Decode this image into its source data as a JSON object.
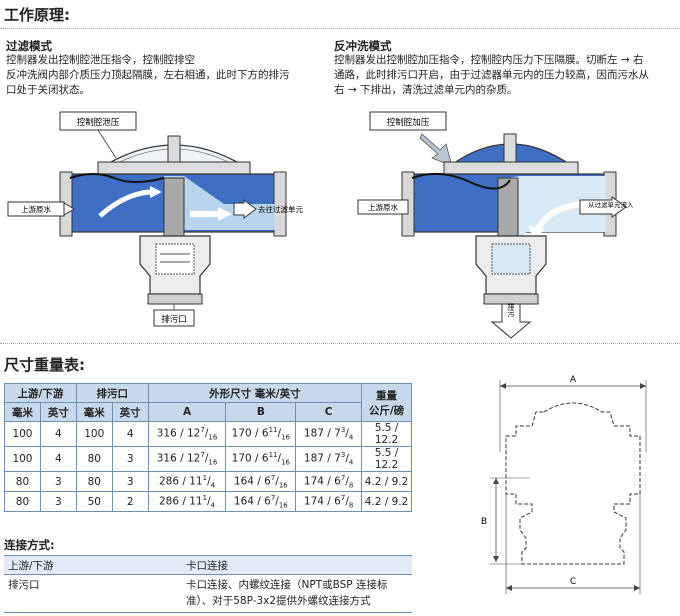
{
  "sections": {
    "principle_title": "工作原理:",
    "dimensions_title": "尺寸重量表:",
    "connection_title": "连接方式:"
  },
  "filter_mode": {
    "title": "过滤模式",
    "lines": [
      "控制器发出控制腔泄压指令，控制腔排空",
      "反冲洗阀内部介质压力顶起隔膜，左右相通，此时下方的排污",
      "口处于关闭状态。"
    ],
    "callout_chamber": "控制腔泄压",
    "label_upstream": "上游原水",
    "label_downstream": "去往过滤单元",
    "label_drain": "排污口"
  },
  "backwash_mode": {
    "title": "反冲洗模式",
    "lines": [
      "控制器发出控制腔加压指令，控制腔内压力下压隔膜。切断左 → 右",
      "通路，此时排污口开启，由于过滤器单元内的压力较高，因而污水从",
      "右 → 下排出，清洗过滤单元内的杂质。"
    ],
    "callout_chamber": "控制腔加压",
    "label_upstream": "上游原水",
    "label_from_filter": "从过滤单元流入",
    "label_drain": "排污"
  },
  "dimension_table": {
    "headers": {
      "inlet": "上游/下游",
      "drain": "排污口",
      "outline": "外形尺寸 毫米/英寸",
      "weight": "重量",
      "weight_unit": "公斤/磅",
      "mm": "毫米",
      "inch": "英寸",
      "a": "A",
      "b": "B",
      "c": "C"
    },
    "rows": [
      {
        "inlet_mm": "100",
        "inlet_in": "4",
        "drain_mm": "100",
        "drain_in": "4",
        "a": [
          "316 / 12",
          "7",
          "16"
        ],
        "b": [
          "170 / 6",
          "11",
          "16"
        ],
        "c": [
          "187 / 7",
          "3",
          "4"
        ],
        "weight": "5.5 / 12.2"
      },
      {
        "inlet_mm": "100",
        "inlet_in": "4",
        "drain_mm": "80",
        "drain_in": "3",
        "a": [
          "316 / 12",
          "7",
          "16"
        ],
        "b": [
          "170 / 6",
          "11",
          "16"
        ],
        "c": [
          "187 / 7",
          "3",
          "4"
        ],
        "weight": "5.5 / 12.2"
      },
      {
        "inlet_mm": "80",
        "inlet_in": "3",
        "drain_mm": "80",
        "drain_in": "3",
        "a": [
          "286 / 11",
          "1",
          "4"
        ],
        "b": [
          "164 / 6",
          "7",
          "16"
        ],
        "c": [
          "174 / 6",
          "7",
          "8"
        ],
        "weight": "4.2 / 9.2"
      },
      {
        "inlet_mm": "80",
        "inlet_in": "3",
        "drain_mm": "50",
        "drain_in": "2",
        "a": [
          "286 / 11",
          "1",
          "4"
        ],
        "b": [
          "164 / 6",
          "7",
          "16"
        ],
        "c": [
          "174 / 6",
          "7",
          "8"
        ],
        "weight": "4.2 / 9.2"
      }
    ]
  },
  "connections": {
    "rows": [
      {
        "name": "上游/下游",
        "value_line1": "卡口连接",
        "value_line2": ""
      },
      {
        "name": "排污口",
        "value_line1": "卡口连接、内螺纹连接（NPT或BSP 连接标",
        "value_line2": "准）、对于58P-3x2提供外螺纹连接方式"
      }
    ]
  },
  "outline_drawing": {
    "label_a": "A",
    "label_b": "B",
    "label_c": "C"
  },
  "colors": {
    "water_blue": "#3f6fc4",
    "light_blue": "#c7dff3",
    "table_header": "#c9d9ec",
    "table_border": "#6f8fb3"
  }
}
